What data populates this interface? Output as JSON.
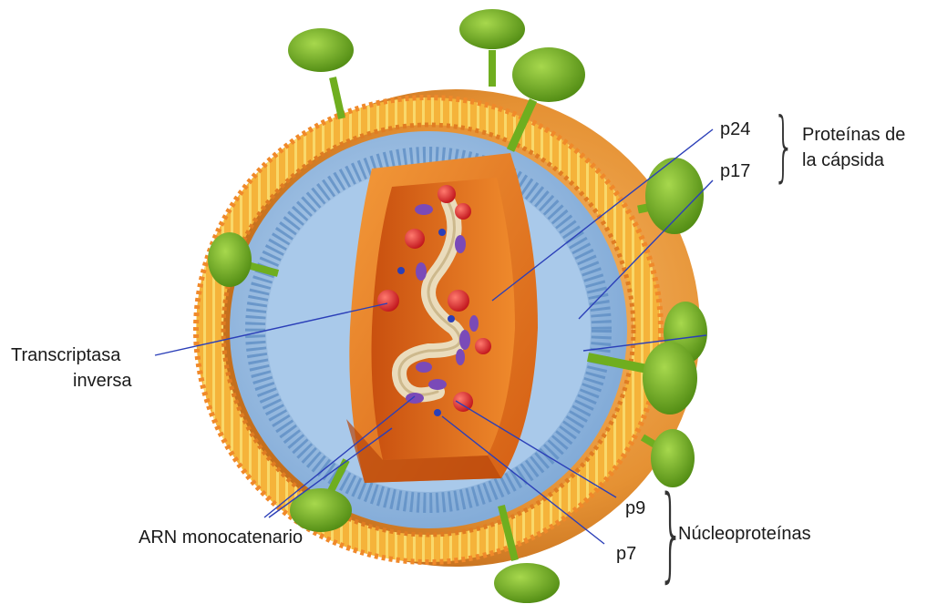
{
  "labels": {
    "p24": "p24",
    "p17": "p17",
    "capsid_proteins_line1": "Proteínas de",
    "capsid_proteins_line2": "la cápsida",
    "reverse_transcriptase_line1": "Transcriptasa",
    "reverse_transcriptase_line2": "inversa",
    "ssrna": "ARN monocatenario",
    "p9": "p9",
    "p7": "p7",
    "nucleoproteins": "Núcleoproteínas"
  },
  "icons": {
    "envelope_spike": "green-mushroom-glycoprotein",
    "capsid": "orange-cone-capsid",
    "rna_strand": "beige-ribbon"
  },
  "colors": {
    "envelope_orange": "#f29a2e",
    "lipid_yellow": "#f7c948",
    "matrix_blue": "#9ec3e6",
    "capsid_orange": "#e8711a",
    "spike_green": "#6fae1f",
    "enzyme_red": "#e3262b",
    "protein_purple": "#7a4ab8",
    "leader_line": "#2b3fb8"
  }
}
